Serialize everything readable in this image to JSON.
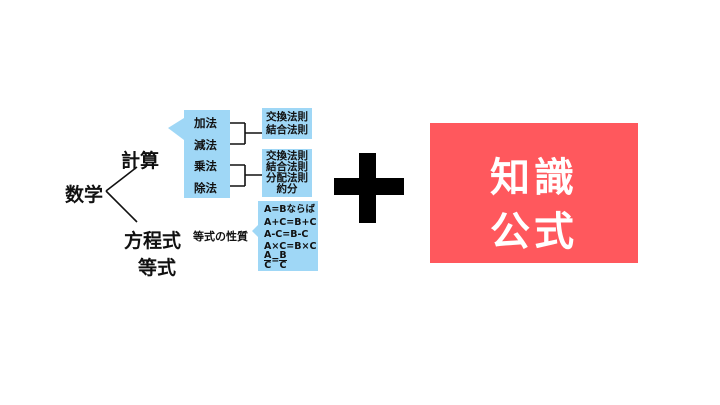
{
  "root": "数学",
  "branch_calc": "計算",
  "branch_eq_line1": "方程式",
  "branch_eq_line2": "等式",
  "ops": [
    "加法",
    "減法",
    "乗法",
    "除法"
  ],
  "laws_add": [
    "交換法則",
    "結合法則"
  ],
  "laws_mul": [
    "交換法則",
    "結合法則",
    "分配法則",
    "約分"
  ],
  "equality_prop": "等式の性質",
  "equalities": [
    "A=Bならば",
    "A+C=B+C",
    "A-C=B-C",
    "A×C=B×C"
  ],
  "fraction": {
    "left_num": "A",
    "left_den": "C",
    "eq": "=",
    "right_num": "B",
    "right_den": "C"
  },
  "plus_symbol": "+",
  "knowledge_line1": "知識",
  "knowledge_line2": "公式",
  "colors": {
    "accent_blue": "#9fd7f6",
    "red_box": "#ff585d",
    "text": "#111111"
  }
}
